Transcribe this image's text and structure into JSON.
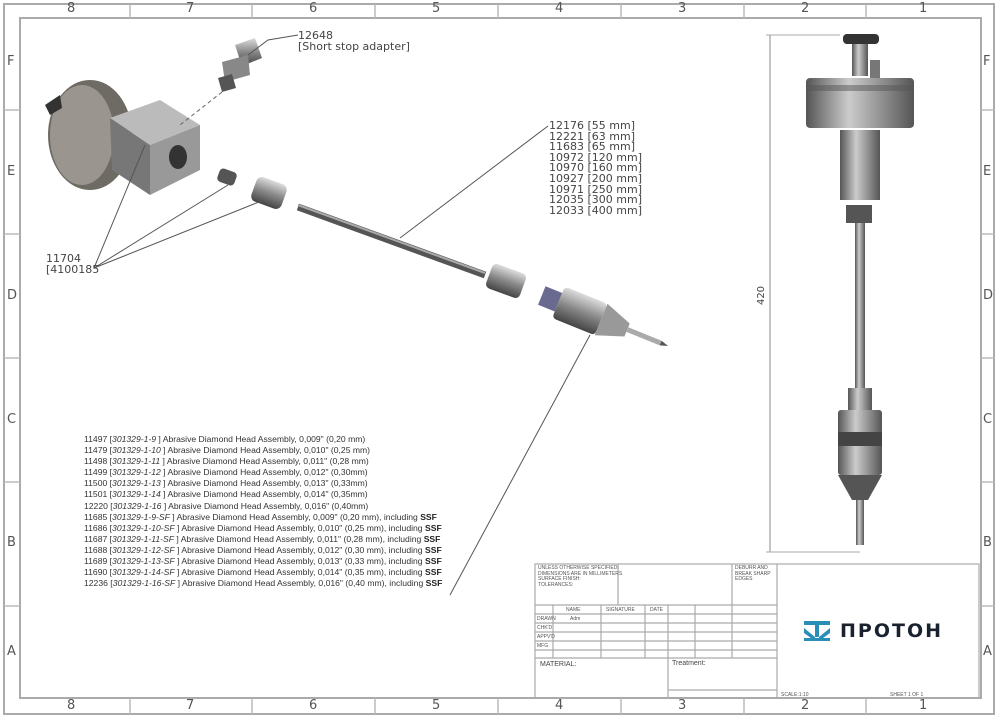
{
  "sheet": {
    "columns": [
      "8",
      "7",
      "6",
      "5",
      "4",
      "3",
      "2",
      "1"
    ],
    "rows": [
      "F",
      "E",
      "D",
      "C",
      "B",
      "A"
    ]
  },
  "callouts": {
    "adapter_number": "12648",
    "adapter_name": "[Short stop adapter]",
    "body_number": "11704",
    "body_ref": "[4100185",
    "dimension": "420"
  },
  "shaft_lengths": [
    {
      "number": "12176",
      "length": "[55 mm]"
    },
    {
      "number": "12221",
      "length": "[63 mm]"
    },
    {
      "number": "11683",
      "length": "[65 mm]"
    },
    {
      "number": "10972",
      "length": "[120 mm]"
    },
    {
      "number": "10970",
      "length": "[160 mm]"
    },
    {
      "number": "10927",
      "length": "[200 mm]"
    },
    {
      "number": "10971",
      "length": "[250 mm]"
    },
    {
      "number": "12035",
      "length": "[300 mm]"
    },
    {
      "number": "12033",
      "length": "[400 mm]"
    }
  ],
  "heads": [
    {
      "number": "11497",
      "ref": "301329-1-9",
      "desc": "Abrasive Diamond Head Assembly, 0,009\" (0,20 mm)",
      "ssf": ""
    },
    {
      "number": "11479",
      "ref": "301329-1-10",
      "desc": "Abrasive Diamond Head Assembly, 0,010\" (0,25 mm)",
      "ssf": ""
    },
    {
      "number": "11498",
      "ref": "301329-1-11",
      "desc": "Abrasive Diamond Head Assembly, 0,011\" (0,28 mm)",
      "ssf": ""
    },
    {
      "number": "11499",
      "ref": "301329-1-12",
      "desc": "Abrasive Diamond Head Assembly, 0,012\" (0,30mm)",
      "ssf": ""
    },
    {
      "number": "11500",
      "ref": "301329-1-13",
      "desc": "Abrasive Diamond Head Assembly, 0,013\" (0,33mm)",
      "ssf": ""
    },
    {
      "number": "11501",
      "ref": "301329-1-14",
      "desc": "Abrasive Diamond Head Assembly, 0,014\" (0,35mm)",
      "ssf": ""
    },
    {
      "number": "12220",
      "ref": "301329-1-16",
      "desc": "Abrasive Diamond Head Assembly, 0,016\" (0,40mm)",
      "ssf": ""
    },
    {
      "number": "11685",
      "ref": "301329-1-9-SF",
      "desc": "Abrasive Diamond Head Assembly, 0,009\" (0,20 mm), including",
      "ssf": "SSF"
    },
    {
      "number": "11686",
      "ref": "301329-1-10-SF",
      "desc": "Abrasive Diamond Head Assembly, 0,010\" (0,25 mm), including",
      "ssf": "SSF"
    },
    {
      "number": "11687",
      "ref": "301329-1-11-SF",
      "desc": "Abrasive Diamond Head Assembly, 0,011\" (0,28 mm), including",
      "ssf": "SSF"
    },
    {
      "number": "11688",
      "ref": "301329-1-12-SF",
      "desc": "Abrasive Diamond Head Assembly, 0,012\" (0,30 mm), including",
      "ssf": "SSF"
    },
    {
      "number": "11689",
      "ref": "301329-1-13-SF",
      "desc": "Abrasive Diamond Head Assembly, 0,013\" (0,33 mm), including",
      "ssf": "SSF"
    },
    {
      "number": "11690",
      "ref": "301329-1-14-SF",
      "desc": "Abrasive Diamond Head Assembly, 0,014\" (0,35 mm), including",
      "ssf": "SSF"
    },
    {
      "number": "12236",
      "ref": "301329-1-16-SF",
      "desc": "Abrasive Diamond Head Assembly, 0,016\" (0,40 mm), including",
      "ssf": "SSF"
    }
  ],
  "title_block": {
    "notes": [
      "UNLESS OTHERWISE SPECIFIED:",
      "DIMENSIONS ARE IN MILLIMETERS",
      "SURFACE FINISH:",
      "TOLERANCES:"
    ],
    "deburr": [
      "DEBURR AND",
      "BREAK SHARP",
      "EDGES"
    ],
    "col_headers": [
      "NAME",
      "SIGNATURE",
      "DATE"
    ],
    "row_labels": [
      "DRAWN",
      "CHK'D",
      "APPV'D",
      "MFG"
    ],
    "drawn_name": "Adm",
    "material": "MATERIAL:",
    "treatment": "Treatment:",
    "scale": "SCALE:1:10",
    "sheet": "SHEET 1 OF 1",
    "brand": "ПРОТОН",
    "brand_color": "#2a8fb8"
  }
}
